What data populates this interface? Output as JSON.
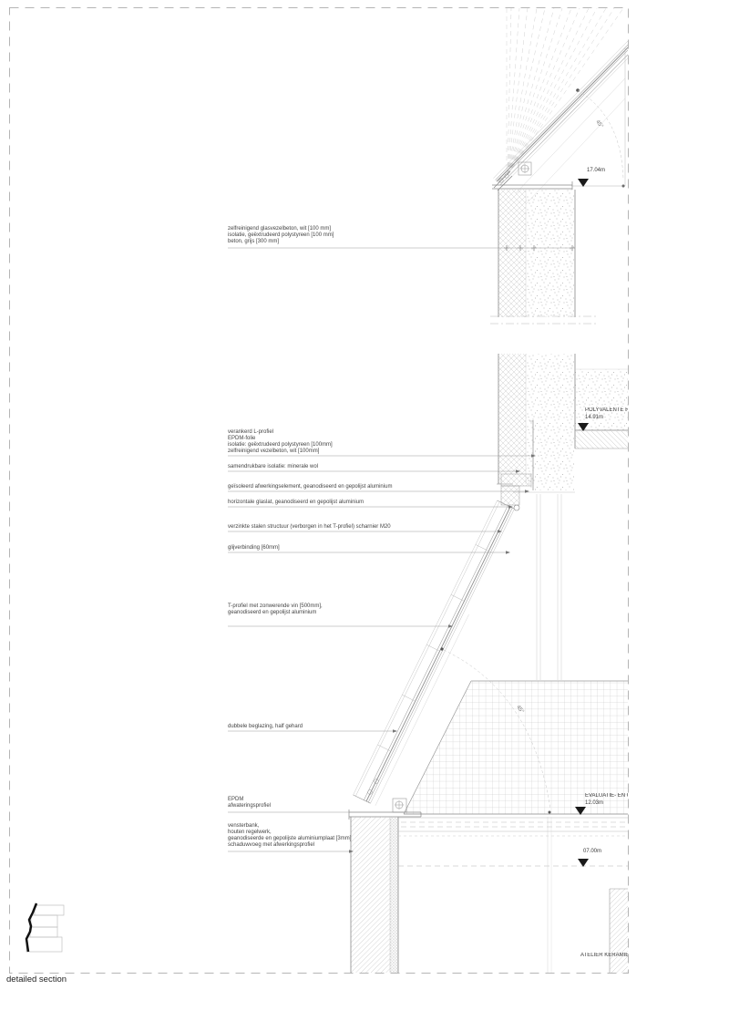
{
  "page": {
    "title": "detailed section"
  },
  "colors": {
    "line": "#8f8f8f",
    "hatch": "#c8c8c8",
    "marker": "#1a1a1a",
    "text": "#444444"
  },
  "callouts": [
    {
      "text": "zelfreinigend glasvezelbeton, wit [100 mm]\nisolatie, geëxtrudeerd polystyreen [100 mm]\nbeton, grijs [300 mm]"
    },
    {
      "text": "verankerd L-profiel\nEPDM-folie\nisolatie: geëxtrudeerd polystyreen [100mm]\nzelfreinigend vezelbeton, wit [100mm]"
    },
    {
      "text": "samendrukbare isolatie: minerale wol"
    },
    {
      "text": "geïsoleerd afwerkingselement, geanodiseerd en gepolijst aluminium"
    },
    {
      "text": "horizontale glaslat, geanodiseerd en gepolijst aluminium"
    },
    {
      "text": "verzinkte stalen structuur (verborgen in het T-profiel) scharnier M20"
    },
    {
      "text": "glijverbinding [60mm]"
    },
    {
      "text": "T-profiel met zonwerende vin [500mm],\n geanodiseerd en gepolijst aluminium"
    },
    {
      "text": "dubbele beglazing, half gehard"
    },
    {
      "text": "EPDM\nafwateringsprofiel"
    },
    {
      "text": "vensterbank,\nhouten regelwerk,\ngeanodiseerde en gepolijste aluminiumplaat [3mm]\nschaduwvoeg met afwerkingsprofiel"
    }
  ],
  "levels": {
    "l1704": {
      "value": "17.04m"
    },
    "l1491": {
      "room": "POLYVALENTE RU",
      "value": "14.91m"
    },
    "l1203": {
      "room": "EVALUATIE- EN C",
      "value": "12.03m"
    },
    "l0700": {
      "value": "07.00m"
    },
    "atelier": {
      "room": "ATELIER KERAMIEK"
    }
  },
  "angles": {
    "roof": "45°",
    "glazing": "45°"
  }
}
